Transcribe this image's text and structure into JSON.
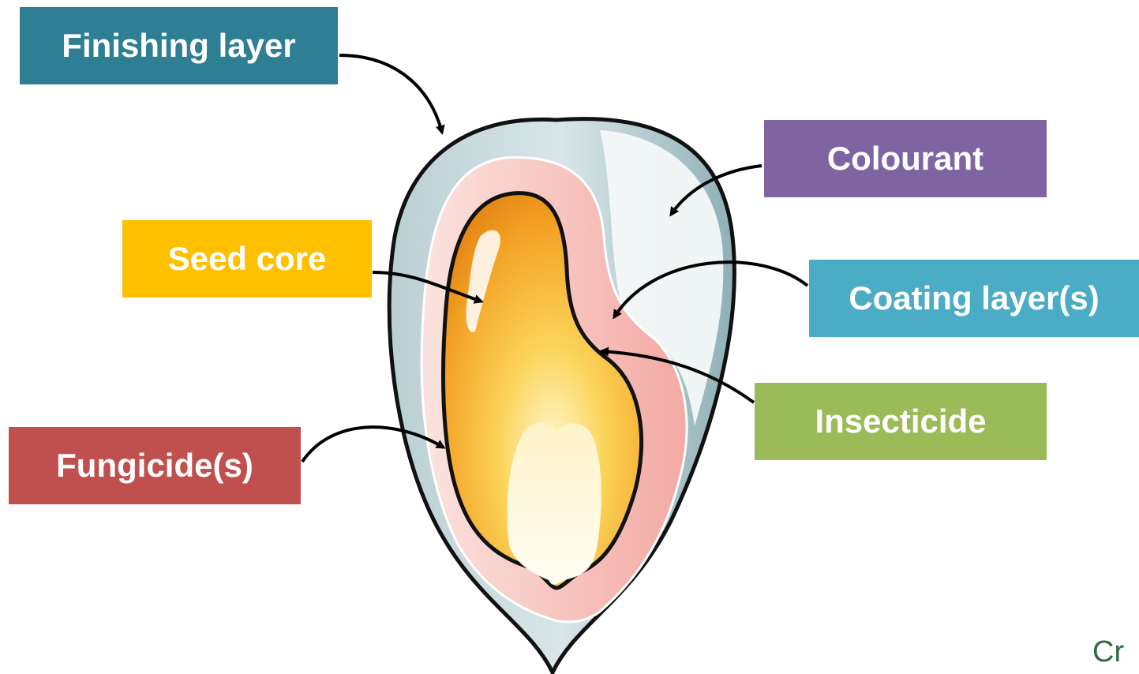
{
  "labels": {
    "finishing_layer": "Finishing layer",
    "colourant": "Colourant",
    "seed_core": "Seed core",
    "coating_layers": "Coating layer(s)",
    "insecticide": "Insecticide",
    "fungicides": "Fungicide(s)"
  },
  "colors": {
    "finishing_layer": "#2e7f94",
    "colourant": "#8064a2",
    "seed_core": "#ffc000",
    "coating_layers": "#4bacc6",
    "insecticide": "#9bbb59",
    "fungicides": "#c0504d"
  },
  "logo_fragment": "Cr"
}
